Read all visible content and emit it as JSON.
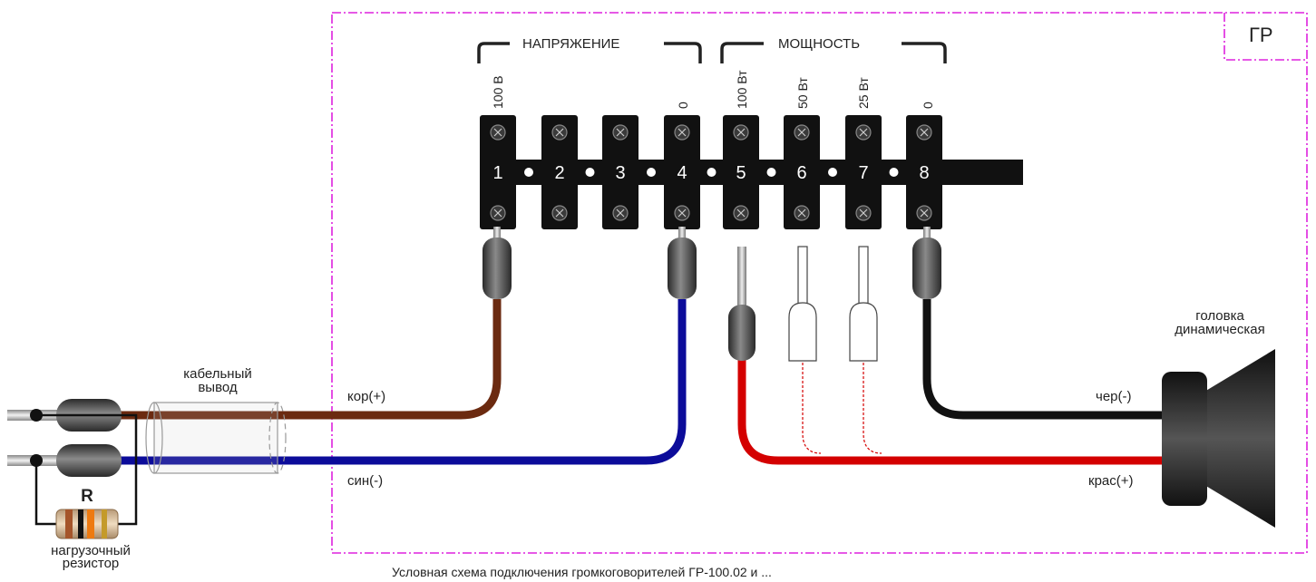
{
  "unit_label": "ГР",
  "groups": {
    "voltage": "НАПРЯЖЕНИЕ",
    "power": "МОЩНОСТЬ"
  },
  "terminals": [
    {
      "number": "1",
      "tap": "100 В"
    },
    {
      "number": "2",
      "tap": ""
    },
    {
      "number": "3",
      "tap": ""
    },
    {
      "number": "4",
      "tap": "0"
    },
    {
      "number": "5",
      "tap": "100 Вт"
    },
    {
      "number": "6",
      "tap": "50 Вт"
    },
    {
      "number": "7",
      "tap": "25 Вт"
    },
    {
      "number": "8",
      "tap": "0"
    }
  ],
  "wires": {
    "brown": {
      "label": "кор(+)",
      "color": "#6b2a10"
    },
    "blue": {
      "label": "син(-)",
      "color": "#0c0c9a"
    },
    "red": {
      "label": "крас(+)",
      "color": "#d40000"
    },
    "black": {
      "label": "чер(-)",
      "color": "#111111"
    }
  },
  "cable_output": {
    "line1": "кабельный",
    "line2": "вывод"
  },
  "speaker": {
    "line1": "головка",
    "line2": "динамическая"
  },
  "resistor": {
    "symbol": "R",
    "line1": "нагрузочный",
    "line2": "резистор"
  },
  "caption": "Условная схема подключения громкоговорителей ГР-100.02 и ...",
  "colors": {
    "dashed_border": "#dd22dd",
    "terminal_block": "#111111"
  }
}
